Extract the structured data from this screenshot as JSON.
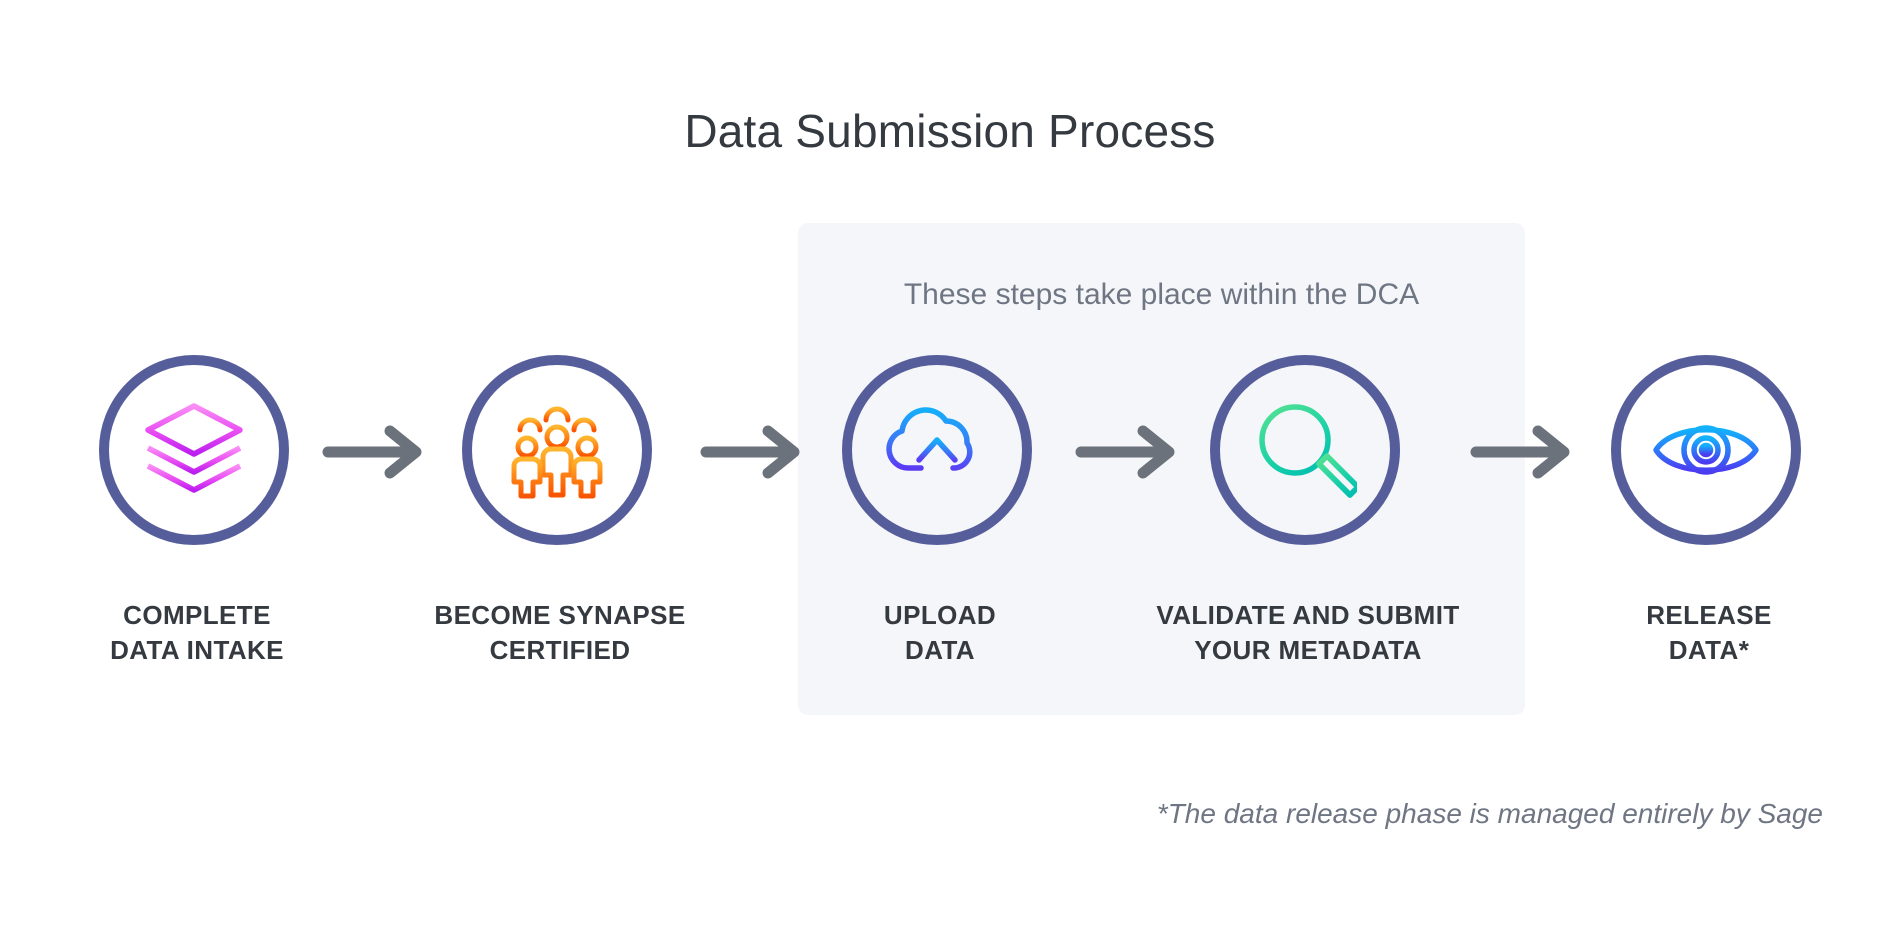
{
  "page": {
    "title": "Data Submission Process",
    "background_color": "#ffffff",
    "title_color": "#343a40"
  },
  "dca_panel": {
    "caption": "These steps take place within the DCA",
    "background_color": "#f5f6f9",
    "caption_color": "#6f7683",
    "covers_steps": [
      "UPLOAD DATA",
      "VALIDATE AND SUBMIT YOUR METADATA"
    ]
  },
  "steps": [
    {
      "id": "complete-data-intake",
      "icon": "layers-icon",
      "icon_colors": [
        "#f973f0",
        "#c026f0"
      ],
      "label_line1": "COMPLETE",
      "label_line2": "DATA INTAKE",
      "circle_color": "#555e9b"
    },
    {
      "id": "become-synapse-certified",
      "icon": "people-group-icon",
      "icon_colors": [
        "#ffaa2b",
        "#f95c00"
      ],
      "label_line1": "BECOME SYNAPSE",
      "label_line2": "CERTIFIED",
      "circle_color": "#555e9b"
    },
    {
      "id": "upload-data",
      "icon": "cloud-upload-icon",
      "icon_colors": [
        "#1aa7ff",
        "#5b4bf5"
      ],
      "label_line1": "UPLOAD",
      "label_line2": "DATA",
      "circle_color": "#555e9b"
    },
    {
      "id": "validate-and-submit-metadata",
      "icon": "magnifier-plus-icon",
      "icon_colors": [
        "#45d98f",
        "#03c3ab"
      ],
      "label_line1": "VALIDATE AND SUBMIT",
      "label_line2": "YOUR METADATA",
      "circle_color": "#555e9b"
    },
    {
      "id": "release-data",
      "icon": "eye-icon",
      "icon_colors": [
        "#14b0f9",
        "#4b45f0"
      ],
      "label_line1": "RELEASE",
      "label_line2": "DATA*",
      "circle_color": "#555e9b"
    }
  ],
  "arrows": {
    "icon": "arrow-right-icon",
    "color": "#6c727c",
    "count": 4
  },
  "footnote": {
    "text": "*The data release phase is managed entirely by Sage",
    "color": "#6f7683"
  }
}
